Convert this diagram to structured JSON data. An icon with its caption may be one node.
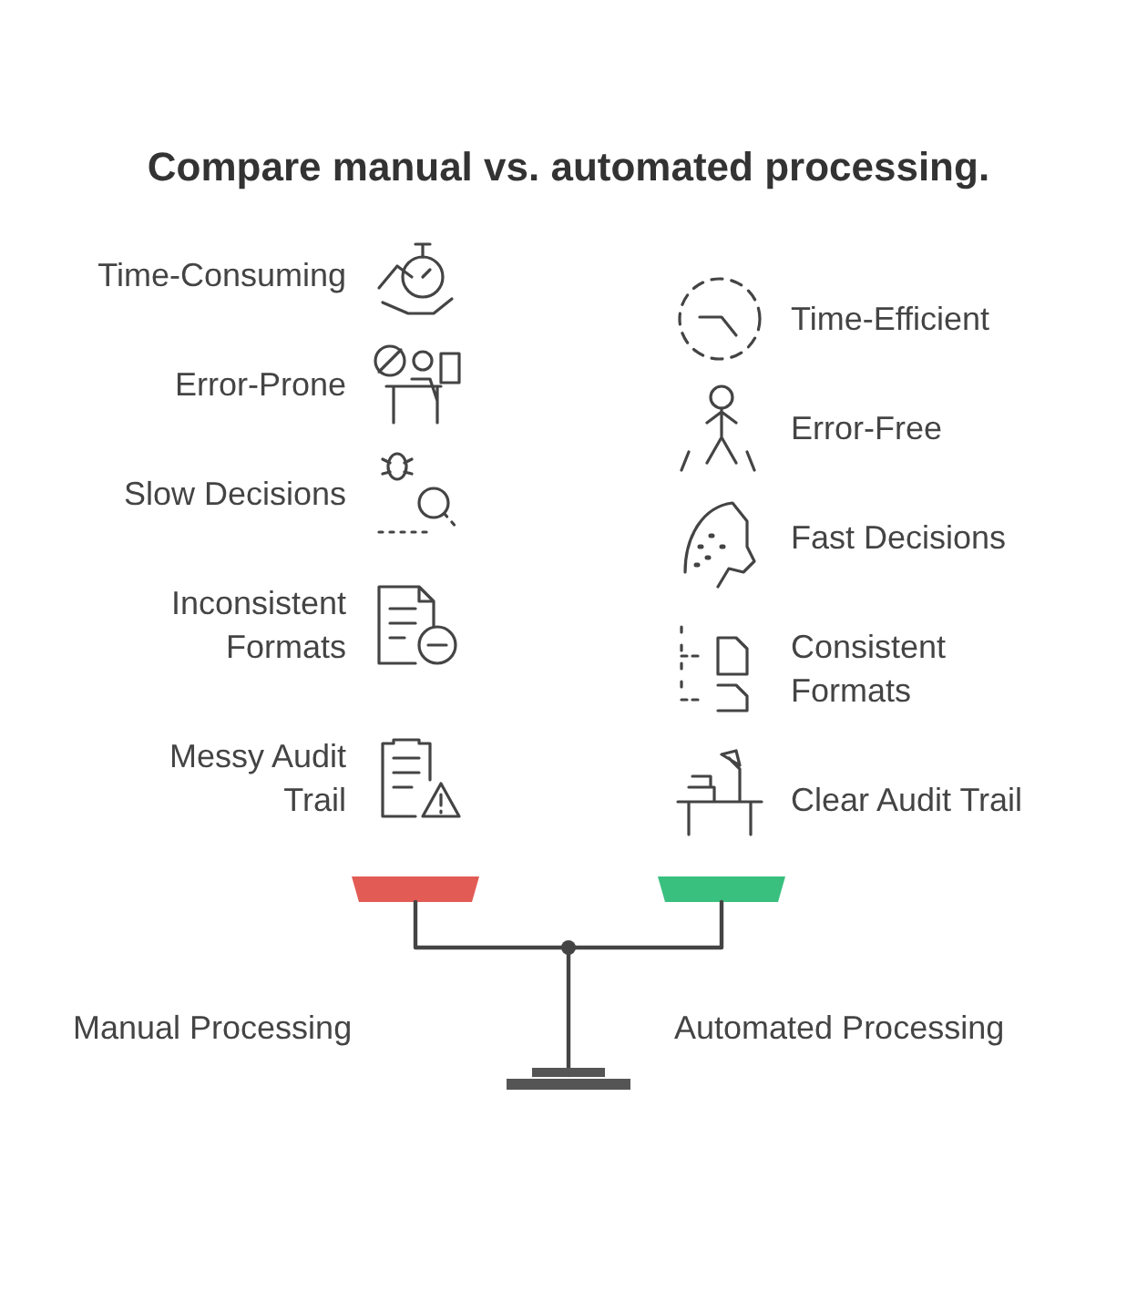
{
  "diagram": {
    "title": "Compare manual vs. automated processing.",
    "labels": [
      "Time-Consuming",
      "Error-Prone",
      "Slow Decisions",
      "Inconsistent Formats",
      "Messy Audit Trail",
      "Time-Efficient",
      "Error-Free",
      "Fast Decisions",
      "Consistent Formats",
      "Clear Audit Trail",
      "Manual Processing",
      "Automated Processing"
    ]
  }
}
